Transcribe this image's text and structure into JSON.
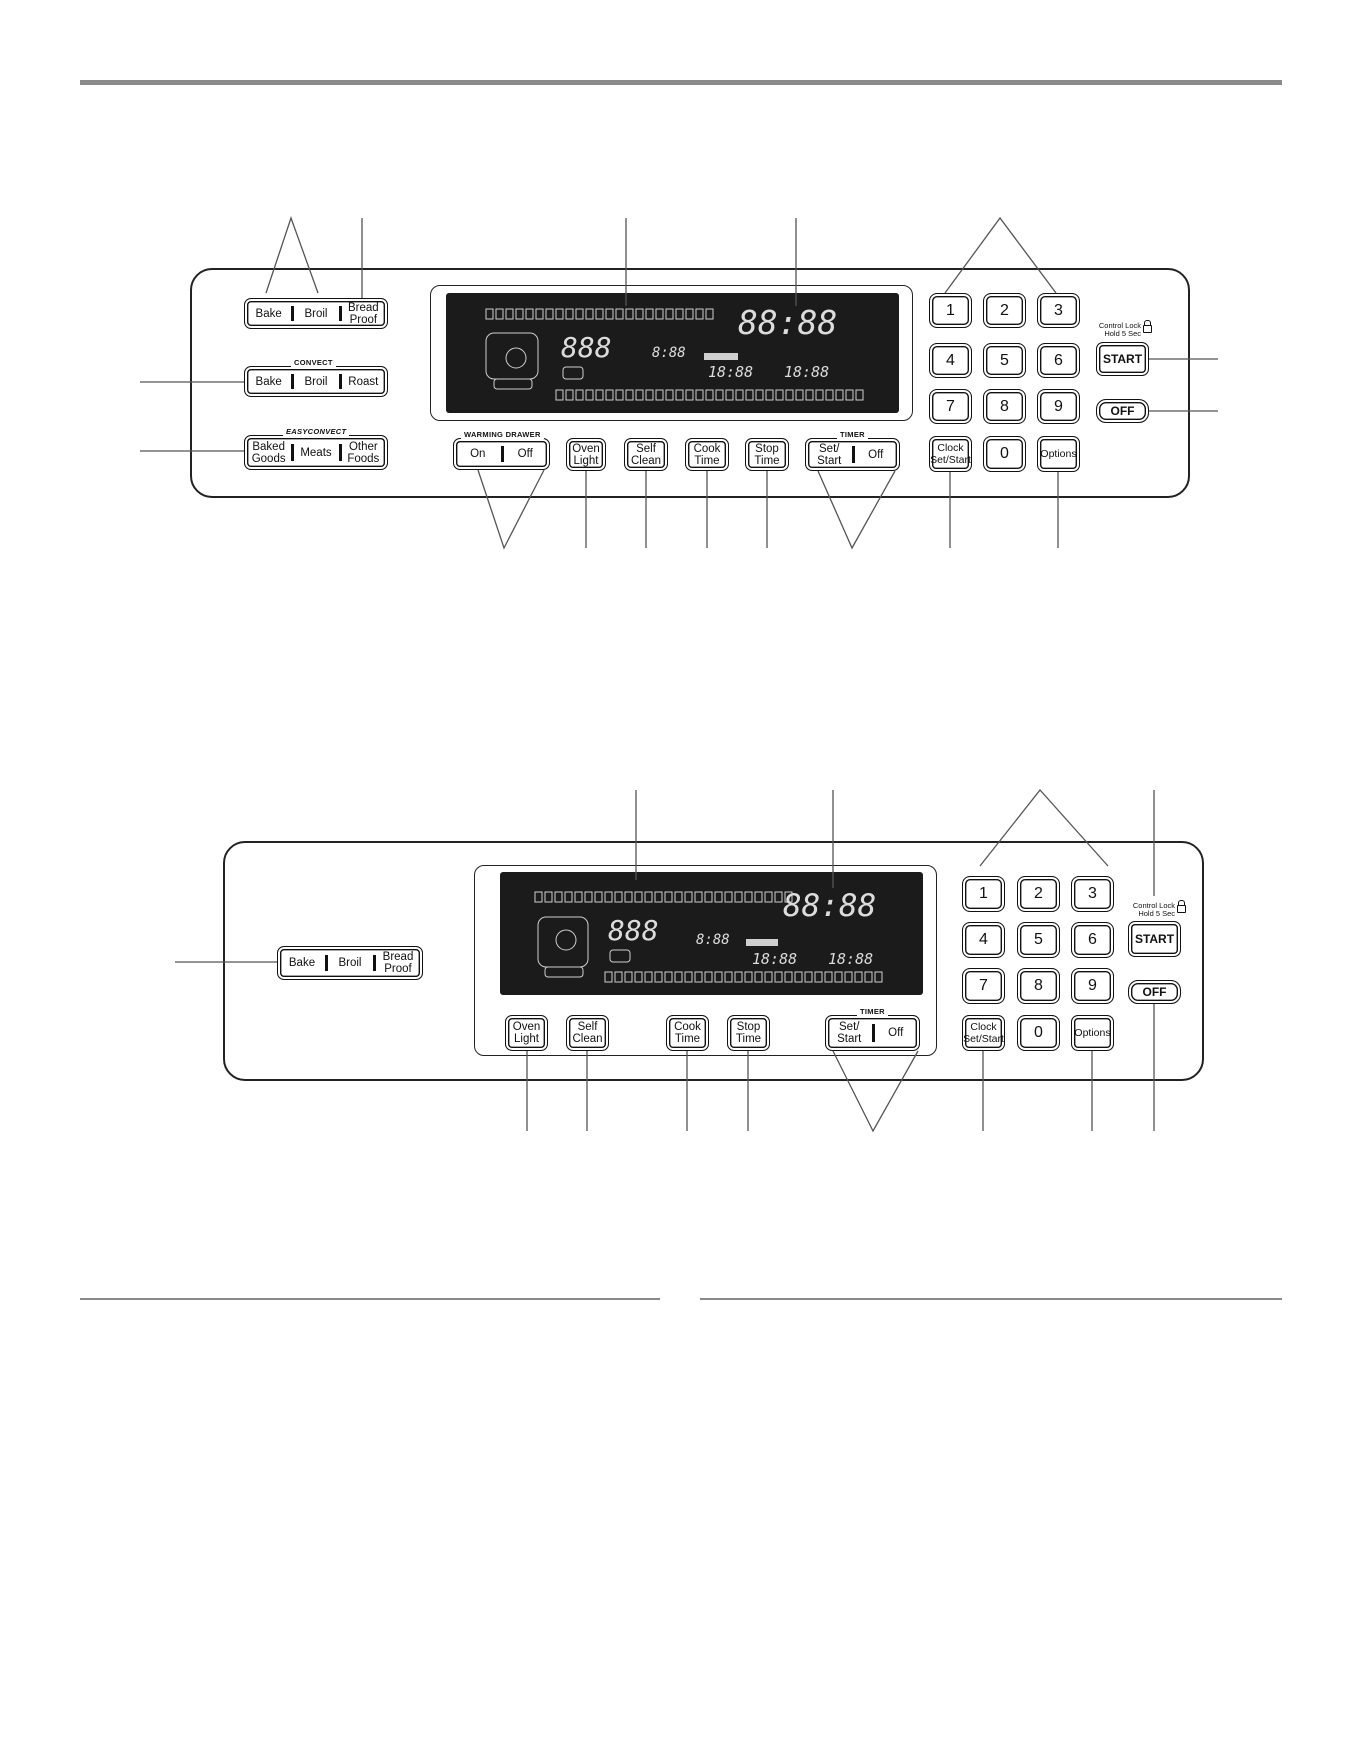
{
  "top": {
    "mode_buttons": {
      "bake": "Bake",
      "broil": "Broil",
      "bread_proof": "Bread Proof"
    },
    "convect": {
      "label": "CONVECT",
      "bake": "Bake",
      "broil": "Broil",
      "roast": "Roast"
    },
    "easyconvect": {
      "label": "EASYCONVECT",
      "baked_goods": "Baked Goods",
      "meats": "Meats",
      "other_foods": "Other Foods"
    },
    "warming_drawer": {
      "label": "WARMING DRAWER",
      "on": "On",
      "off": "Off"
    },
    "oven_light": "Oven Light",
    "self_clean": "Self Clean",
    "cook_time": "Cook Time",
    "stop_time": "Stop Time",
    "timer": {
      "label": "TIMER",
      "set_start": "Set/ Start",
      "off": "Off"
    },
    "keypad": [
      "1",
      "2",
      "3",
      "4",
      "5",
      "6",
      "7",
      "8",
      "9",
      "0"
    ],
    "clock": "Clock Set/Start",
    "options": "Options",
    "control_lock": "Control Lock Hold 5 Sec",
    "start": "START",
    "off": "OFF",
    "display": {
      "temp": "888",
      "small_temp": "8:88",
      "clock": "88:88",
      "time1": "18:88",
      "time2": "18:88"
    }
  },
  "bottom": {
    "mode_buttons": {
      "bake": "Bake",
      "broil": "Broil",
      "bread_proof": "Bread Proof"
    },
    "oven_light": "Oven Light",
    "self_clean": "Self Clean",
    "cook_time": "Cook Time",
    "stop_time": "Stop Time",
    "timer": {
      "label": "TIMER",
      "set_start": "Set/ Start",
      "off": "Off"
    },
    "keypad": [
      "1",
      "2",
      "3",
      "4",
      "5",
      "6",
      "7",
      "8",
      "9",
      "0"
    ],
    "clock": "Clock Set/Start",
    "options": "Options",
    "control_lock": "Control Lock Hold 5 Sec",
    "start": "START",
    "off": "OFF",
    "display": {
      "temp": "888",
      "small_temp": "8:88",
      "clock": "88:88",
      "time1": "18:88",
      "time2": "18:88"
    }
  }
}
